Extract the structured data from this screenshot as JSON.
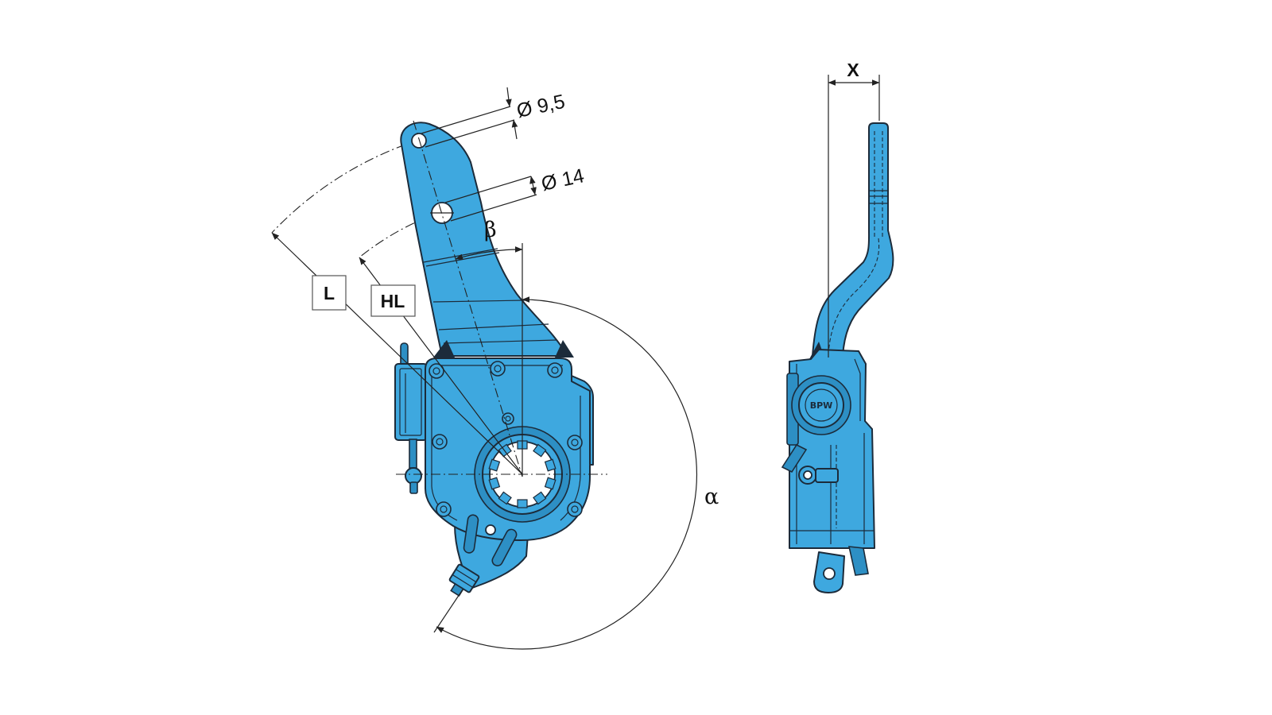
{
  "figure": {
    "labels": {
      "hole_small": "Ø 9,5",
      "hole_large": "Ø 14",
      "angle_beta": "β",
      "angle_alpha": "α",
      "length_L": "L",
      "length_HL": "HL",
      "offset_X": "X"
    },
    "logo_text": "BPW"
  },
  "colors": {
    "part_fill": "#3ea8df",
    "part_dark": "#2d8fc4",
    "outline": "#1c2b3a",
    "line": "#222222",
    "background": "#ffffff"
  }
}
